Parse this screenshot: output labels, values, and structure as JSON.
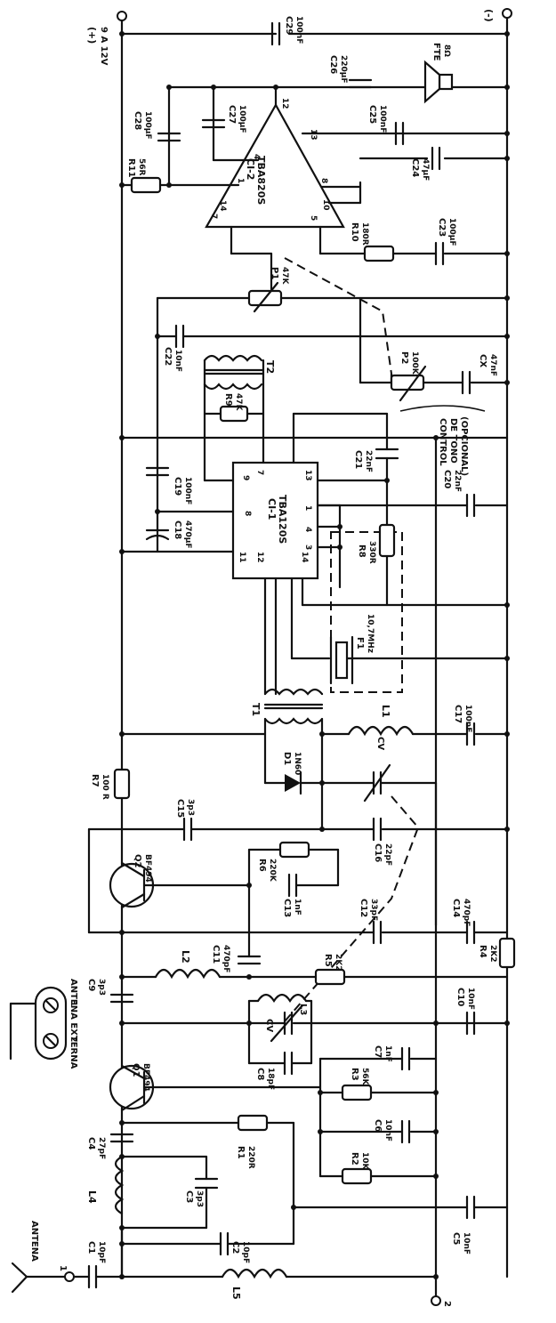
{
  "supply": {
    "plus_label": "(+)",
    "voltage": "9 A 12V",
    "minus_label": "(-)"
  },
  "ic2": {
    "ref": "CI-2",
    "part": "TBA820S",
    "pins": [
      "12",
      "13",
      "4",
      "1",
      "8",
      "14",
      "10",
      "7",
      "5"
    ]
  },
  "ic1": {
    "ref": "CI-1",
    "part": "TBA120S",
    "pins": [
      "9",
      "7",
      "11",
      "8",
      "12",
      "14",
      "13",
      "1",
      "4",
      "3"
    ]
  },
  "tone": {
    "line1": "CONTROL",
    "line2": "DE TONO",
    "line3": "(OPCIONAL)"
  },
  "antenna": {
    "label": "ANTENA",
    "external": "ANTENA EXTERNA",
    "term1": "1",
    "term2": "2"
  },
  "terminals": {
    "input1": "1",
    "input2": "2"
  },
  "speaker": {
    "ref": "FTE",
    "value": "8Ω"
  },
  "dashed_box": "10,7MHz",
  "components": [
    {
      "ref": "C29",
      "value": "100nF"
    },
    {
      "ref": "C26",
      "value": "220µF"
    },
    {
      "ref": "C28",
      "value": "100µF"
    },
    {
      "ref": "C27",
      "value": "100µF"
    },
    {
      "ref": "C25",
      "value": "100nF"
    },
    {
      "ref": "C24",
      "value": "47µF"
    },
    {
      "ref": "C23",
      "value": "100µF"
    },
    {
      "ref": "R11",
      "value": "56R"
    },
    {
      "ref": "R10",
      "value": "180R"
    },
    {
      "ref": "P1",
      "value": "47K"
    },
    {
      "ref": "P2",
      "value": "100K"
    },
    {
      "ref": "CX",
      "value": "47nF"
    },
    {
      "ref": "C22",
      "value": "10nF"
    },
    {
      "ref": "R9",
      "value": "47K"
    },
    {
      "ref": "T2",
      "value": ""
    },
    {
      "ref": "C19",
      "value": "100nF"
    },
    {
      "ref": "C18",
      "value": "470µF"
    },
    {
      "ref": "C21",
      "value": "22nF"
    },
    {
      "ref": "C20",
      "value": "22nF"
    },
    {
      "ref": "R8",
      "value": "330R"
    },
    {
      "ref": "F1",
      "value": "10,7MHz"
    },
    {
      "ref": "T1",
      "value": ""
    },
    {
      "ref": "L1",
      "value": ""
    },
    {
      "ref": "C17",
      "value": "100nF"
    },
    {
      "ref": "D1",
      "value": "1N60"
    },
    {
      "ref": "CV",
      "value": ""
    },
    {
      "ref": "R7",
      "value": "100 R"
    },
    {
      "ref": "C15",
      "value": "3p3"
    },
    {
      "ref": "C16",
      "value": "22pF"
    },
    {
      "ref": "Q2",
      "value": "BF494"
    },
    {
      "ref": "R6",
      "value": "220K"
    },
    {
      "ref": "C13",
      "value": "1nF"
    },
    {
      "ref": "C12",
      "value": "33pF"
    },
    {
      "ref": "C14",
      "value": "470pF"
    },
    {
      "ref": "R4",
      "value": "2K2"
    },
    {
      "ref": "L2",
      "value": ""
    },
    {
      "ref": "C11",
      "value": "470pF"
    },
    {
      "ref": "R5",
      "value": "2K2"
    },
    {
      "ref": "C9",
      "value": "3p3"
    },
    {
      "ref": "L3",
      "value": ""
    },
    {
      "ref": "C10",
      "value": "10nF"
    },
    {
      "ref": "C8",
      "value": "18pF"
    },
    {
      "ref": "C7",
      "value": "1nF"
    },
    {
      "ref": "R3",
      "value": "56K"
    },
    {
      "ref": "Q1",
      "value": "BF494"
    },
    {
      "ref": "C6",
      "value": "10nF"
    },
    {
      "ref": "R2",
      "value": "10K"
    },
    {
      "ref": "R1",
      "value": "220R"
    },
    {
      "ref": "C4",
      "value": "27pF"
    },
    {
      "ref": "L4",
      "value": ""
    },
    {
      "ref": "C3",
      "value": "3p3"
    },
    {
      "ref": "C2",
      "value": "10pF"
    },
    {
      "ref": "C5",
      "value": "10nF"
    },
    {
      "ref": "C1",
      "value": "10pF"
    },
    {
      "ref": "L5",
      "value": ""
    }
  ]
}
